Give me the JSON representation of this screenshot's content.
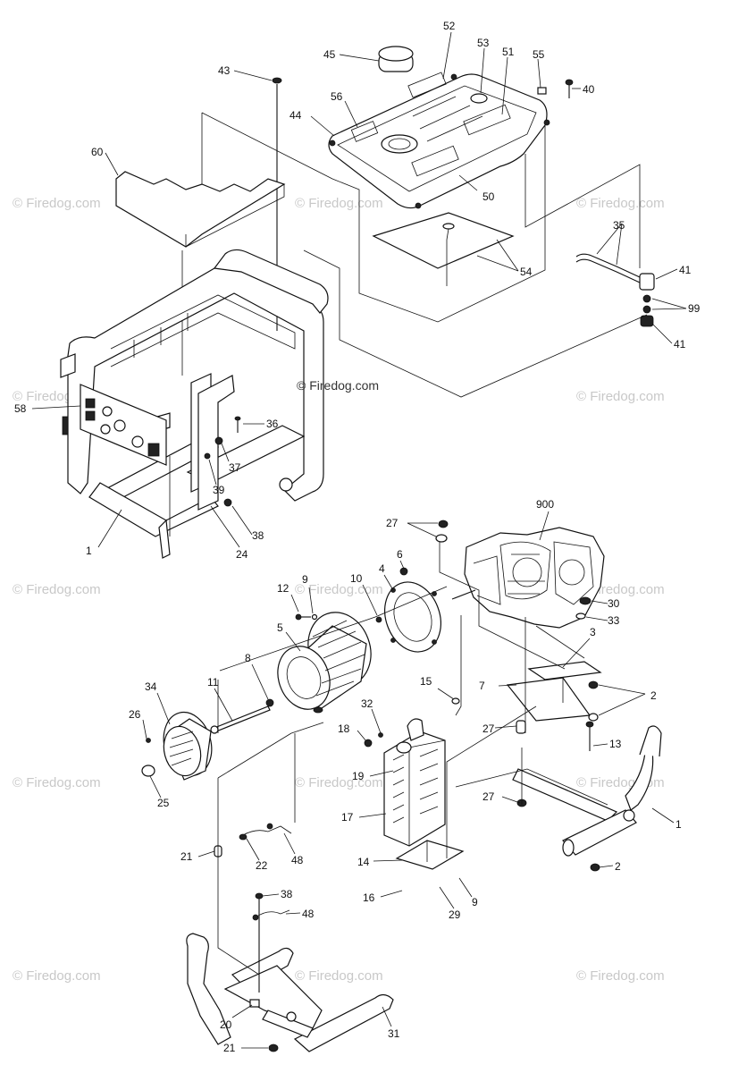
{
  "watermark": "© Firedog.com",
  "center_watermark": "© Firedog.com",
  "callouts": [
    {
      "id": "43",
      "text": "43"
    },
    {
      "id": "45",
      "text": "45"
    },
    {
      "id": "52",
      "text": "52"
    },
    {
      "id": "53",
      "text": "53"
    },
    {
      "id": "51",
      "text": "51"
    },
    {
      "id": "55",
      "text": "55"
    },
    {
      "id": "40",
      "text": "40"
    },
    {
      "id": "56",
      "text": "56"
    },
    {
      "id": "44",
      "text": "44"
    },
    {
      "id": "60",
      "text": "60"
    },
    {
      "id": "50",
      "text": "50"
    },
    {
      "id": "54",
      "text": "54"
    },
    {
      "id": "35",
      "text": "35"
    },
    {
      "id": "41a",
      "text": "41"
    },
    {
      "id": "99",
      "text": "99"
    },
    {
      "id": "41b",
      "text": "41"
    },
    {
      "id": "58",
      "text": "58"
    },
    {
      "id": "36",
      "text": "36"
    },
    {
      "id": "37",
      "text": "37"
    },
    {
      "id": "39",
      "text": "39"
    },
    {
      "id": "38a",
      "text": "38"
    },
    {
      "id": "24",
      "text": "24"
    },
    {
      "id": "1a",
      "text": "1"
    },
    {
      "id": "27a",
      "text": "27"
    },
    {
      "id": "900",
      "text": "900"
    },
    {
      "id": "12",
      "text": "12"
    },
    {
      "id": "9a",
      "text": "9"
    },
    {
      "id": "10",
      "text": "10"
    },
    {
      "id": "4",
      "text": "4"
    },
    {
      "id": "6",
      "text": "6"
    },
    {
      "id": "30",
      "text": "30"
    },
    {
      "id": "33",
      "text": "33"
    },
    {
      "id": "5",
      "text": "5"
    },
    {
      "id": "3",
      "text": "3"
    },
    {
      "id": "8",
      "text": "8"
    },
    {
      "id": "34",
      "text": "34"
    },
    {
      "id": "11",
      "text": "11"
    },
    {
      "id": "15",
      "text": "15"
    },
    {
      "id": "7",
      "text": "7"
    },
    {
      "id": "2a",
      "text": "2"
    },
    {
      "id": "26",
      "text": "26"
    },
    {
      "id": "32",
      "text": "32"
    },
    {
      "id": "18",
      "text": "18"
    },
    {
      "id": "27b",
      "text": "27"
    },
    {
      "id": "13",
      "text": "13"
    },
    {
      "id": "19",
      "text": "19"
    },
    {
      "id": "25",
      "text": "25"
    },
    {
      "id": "27c",
      "text": "27"
    },
    {
      "id": "1b",
      "text": "1"
    },
    {
      "id": "17",
      "text": "17"
    },
    {
      "id": "21a",
      "text": "21"
    },
    {
      "id": "22",
      "text": "22"
    },
    {
      "id": "48a",
      "text": "48"
    },
    {
      "id": "14",
      "text": "14"
    },
    {
      "id": "2b",
      "text": "2"
    },
    {
      "id": "16",
      "text": "16"
    },
    {
      "id": "29",
      "text": "29"
    },
    {
      "id": "9b",
      "text": "9"
    },
    {
      "id": "38b",
      "text": "38"
    },
    {
      "id": "48b",
      "text": "48"
    },
    {
      "id": "20",
      "text": "20"
    },
    {
      "id": "31",
      "text": "31"
    },
    {
      "id": "21b",
      "text": "21"
    }
  ]
}
